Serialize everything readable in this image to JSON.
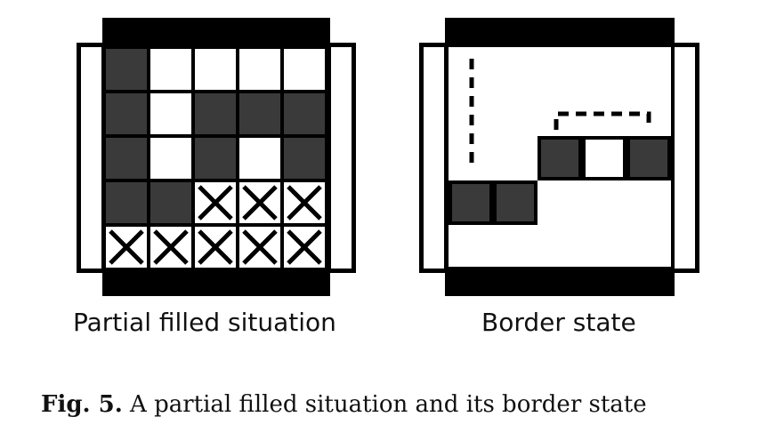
{
  "panels": [
    {
      "label": "Partial filled situation",
      "grid": [
        [
          "filled",
          "empty",
          "empty",
          "empty",
          "empty"
        ],
        [
          "filled",
          "empty",
          "filled",
          "filled",
          "filled"
        ],
        [
          "filled",
          "empty",
          "filled",
          "empty",
          "filled"
        ],
        [
          "filled",
          "filled",
          "cross",
          "cross",
          "cross"
        ],
        [
          "cross",
          "cross",
          "cross",
          "cross",
          "cross"
        ]
      ]
    },
    {
      "label": "Border state",
      "border_cells": [
        {
          "col": 0,
          "row": 3,
          "state": "filled"
        },
        {
          "col": 1,
          "row": 3,
          "state": "filled"
        },
        {
          "col": 2,
          "row": 2,
          "state": "filled"
        },
        {
          "col": 3,
          "row": 2,
          "state": "empty"
        },
        {
          "col": 4,
          "row": 2,
          "state": "filled"
        }
      ]
    }
  ],
  "caption": {
    "prefix": "Fig. 5.",
    "text": " A partial filled situation and its border state"
  },
  "colors": {
    "filled": "#3a3a3a",
    "frame": "#000000",
    "background": "#ffffff"
  }
}
